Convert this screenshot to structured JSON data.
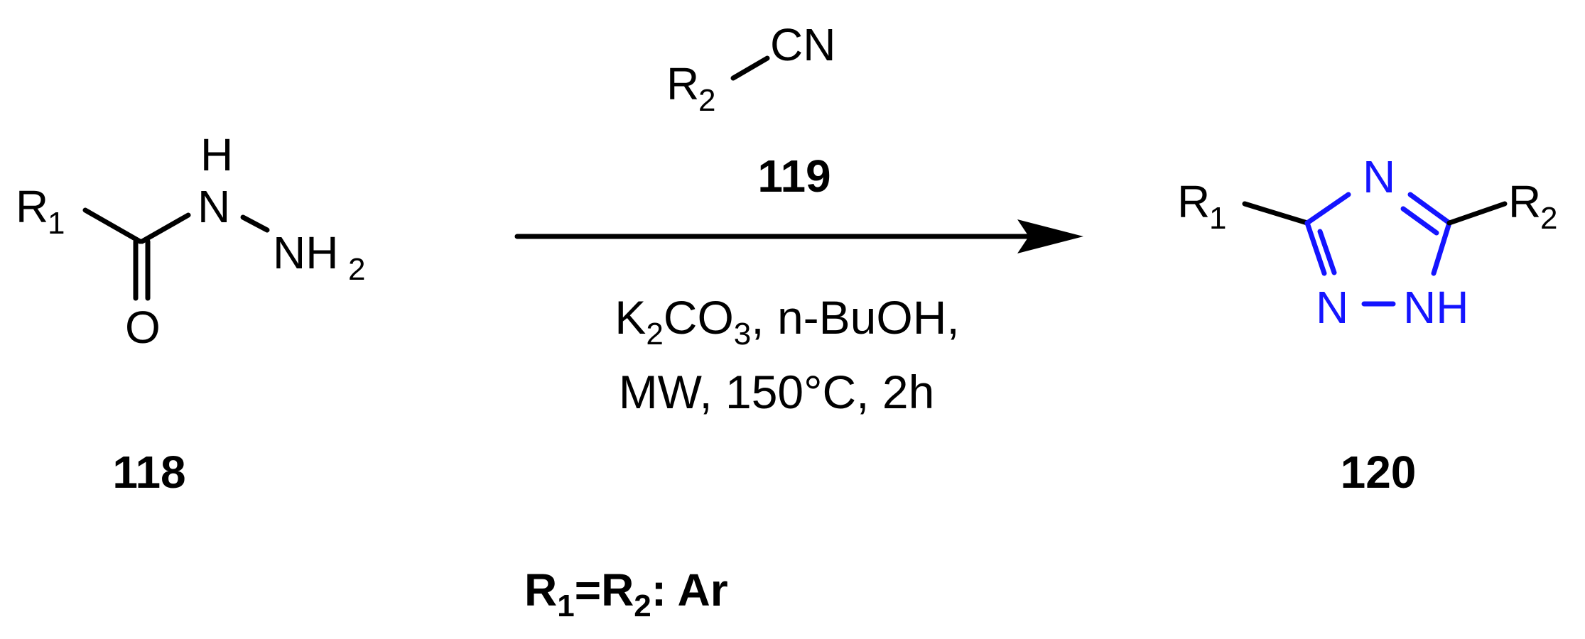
{
  "colors": {
    "ink": "#000000",
    "ring": "#1414ff",
    "background": "#ffffff"
  },
  "reactant": {
    "id": "118",
    "atoms": {
      "r": "R",
      "r_sub": "1",
      "o": "O",
      "n": "N",
      "h": "H",
      "nh": "NH",
      "nh_sub": "2"
    }
  },
  "reagent": {
    "id": "119",
    "atoms": {
      "r": "R",
      "r_sub": "2",
      "cn": "CN"
    }
  },
  "conditions": {
    "line1_k": "K",
    "line1_k_sub": "2",
    "line1_co": "CO",
    "line1_co_sub": "3",
    "line1_rest": ", n-BuOH,",
    "line2": "MW, 150°C, 2h"
  },
  "product": {
    "id": "120",
    "atoms": {
      "r1": "R",
      "r1_sub": "1",
      "r2": "R",
      "r2_sub": "2",
      "n_top": "N",
      "n_left": "N",
      "nh": "NH"
    }
  },
  "note": {
    "r1": "R",
    "r1_sub": "1",
    "eq": "=R",
    "r2_sub": "2",
    "rest": ": Ar"
  }
}
